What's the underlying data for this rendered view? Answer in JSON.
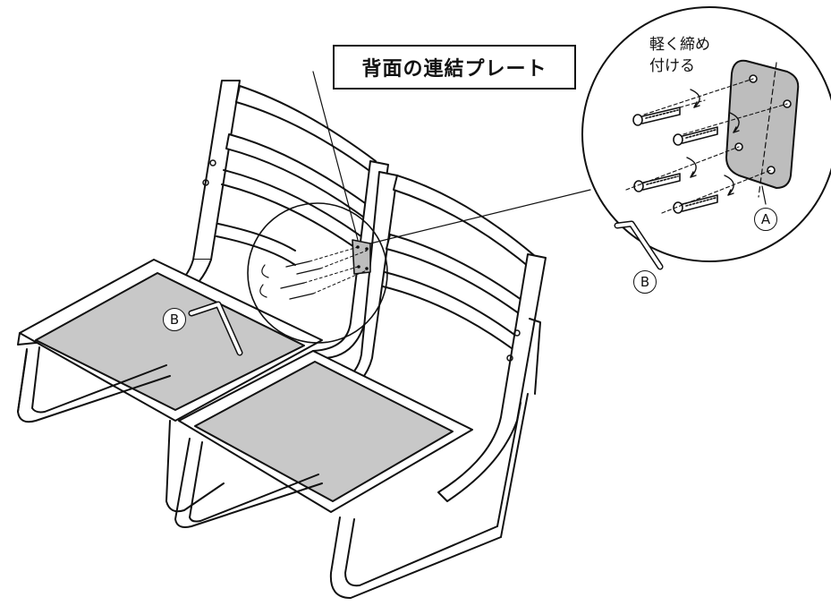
{
  "title": "背面の連結プレート",
  "instruction": {
    "line1": "軽く締め",
    "line2": "付ける"
  },
  "labels": {
    "plate": "A",
    "wrench_detail": "B",
    "wrench_main": "B"
  },
  "colors": {
    "line": "#111111",
    "seat_fill": "#c8c8c8",
    "plate_fill": "#bdbdbd"
  }
}
